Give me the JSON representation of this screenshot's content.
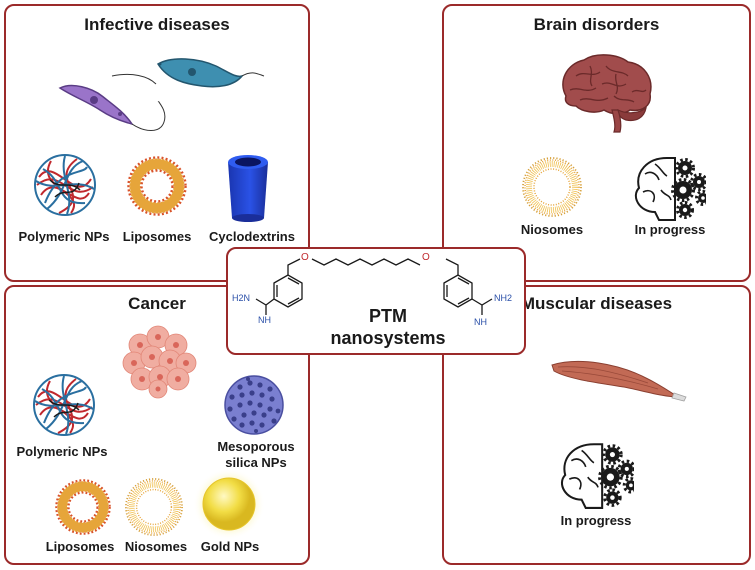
{
  "panels": {
    "infective": {
      "title": "Infective diseases",
      "items": [
        "Polymeric NPs",
        "Liposomes",
        "Cyclodextrins"
      ]
    },
    "brain": {
      "title": "Brain disorders",
      "items": [
        "Niosomes",
        "In progress"
      ]
    },
    "cancer": {
      "title": "Cancer",
      "items": [
        "Polymeric NPs",
        "Mesoporous\nsilica NPs",
        "Liposomes",
        "Niosomes",
        "Gold NPs"
      ]
    },
    "muscular": {
      "title": "Muscular diseases",
      "items": [
        "In progress"
      ]
    }
  },
  "center": {
    "line1": "PTM",
    "line2": "nanosystems",
    "h2n_left": "H2N",
    "nh_left": "NH",
    "nh2_right": "NH2",
    "nh_right": "NH",
    "o_left": "O",
    "o_right": "O"
  },
  "colors": {
    "border": "#9b2a2a",
    "liposome": "#e6a53a",
    "cyclodextrin": "#1f3fc7",
    "silica": "#6b6fc4",
    "gold": "#f2dd45",
    "brain": "#9e4a4a",
    "muscle": "#c26a55"
  },
  "icons": [
    "parasite-icon",
    "polymeric-np-icon",
    "liposome-icon",
    "cyclodextrin-icon",
    "brain-icon",
    "niosome-icon",
    "gear-head-icon",
    "tumor-cells-icon",
    "mesoporous-silica-icon",
    "gold-np-icon",
    "muscle-icon"
  ]
}
